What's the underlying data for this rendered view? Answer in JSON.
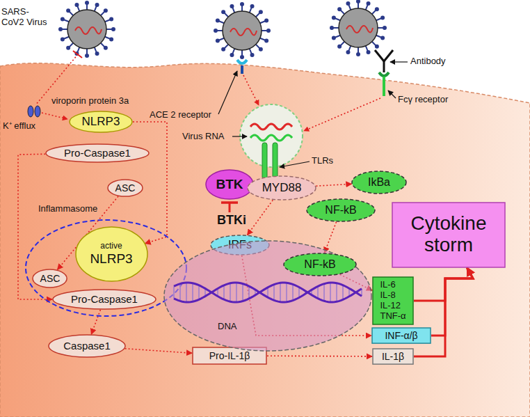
{
  "diagram": {
    "nodes": [
      {
        "text": [
          "NLRP3"
        ]
      },
      {
        "text": [
          "Pro-Caspase1"
        ]
      },
      {
        "text": [
          "ASC"
        ]
      },
      {
        "text": [
          "Inflammasome"
        ]
      },
      {
        "text": [
          "ASC"
        ],
        "in": 3
      },
      {
        "text": [
          "active",
          "NLRP3"
        ],
        "in": 3
      },
      {
        "text": [
          "Pro-Caspase1"
        ],
        "in": 3
      },
      {
        "text": [
          "Caspase1"
        ]
      },
      {
        "text": [
          "Pro-IL-1β"
        ]
      },
      {
        "text": [
          "BTK"
        ]
      },
      {
        "text": [
          "MYD88"
        ]
      },
      {
        "text": [
          "IkBa"
        ]
      },
      {
        "text": [
          "NF-kB"
        ]
      },
      {
        "text": [
          "IRFs"
        ]
      },
      {
        "text": [
          "DNA"
        ]
      },
      {
        "text": [
          "NF-kB"
        ],
        "in": 14
      },
      {
        "text": [
          "IL-6",
          "IL-8",
          "IL-12",
          "TNF-α"
        ]
      },
      {
        "text": [
          "INF-α/β"
        ]
      },
      {
        "text": [
          "IL-1β"
        ]
      },
      {
        "text": [
          "Cytokine storm"
        ]
      }
    ],
    "edges": [
      {
        "from": 0,
        "to": 5,
        "arrow": "to"
      },
      {
        "from": 1,
        "to": 6,
        "arrow": "to"
      },
      {
        "from": 2,
        "to": 4,
        "arrow": "to"
      },
      {
        "from": 6,
        "to": 7,
        "arrow": "to"
      },
      {
        "from": 7,
        "to": 8,
        "arrow": "to"
      },
      {
        "from": 8,
        "to": 18,
        "arrow": "to"
      },
      {
        "from": 10,
        "to": 11,
        "arrow": "to"
      },
      {
        "from": 10,
        "to": 13,
        "arrow": "to"
      },
      {
        "from": 12,
        "to": 15,
        "arrow": "to"
      },
      {
        "from": 13,
        "to": 17,
        "arrow": "to"
      },
      {
        "from": 15,
        "to": 16,
        "arrow": "to"
      },
      {
        "from": 16,
        "to": 19,
        "arrow": "to"
      },
      {
        "from": 17,
        "to": 19,
        "arrow": "to"
      },
      {
        "from": 18,
        "to": 19,
        "arrow": "to"
      }
    ],
    "labels": [
      "SARS-CoV2 Virus",
      "viroporin protein 3a",
      "K⁺ efflux",
      "ACE 2 receptor",
      "Virus RNA",
      "TLRs",
      "Antibody",
      "Fcγ receptor",
      "BTKi"
    ]
  }
}
